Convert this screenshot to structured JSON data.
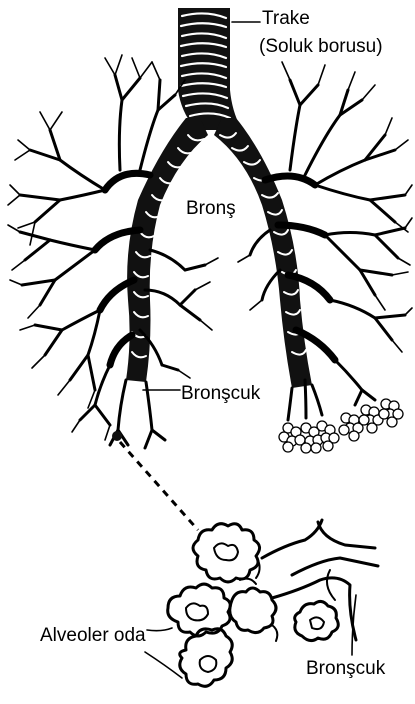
{
  "labels": {
    "trachea": "Trake",
    "trachea_sub": "(Soluk borusu)",
    "bronchus": "Bronş",
    "bronchiole_top": "Bronşcuk",
    "alveoli": "Alveoler oda",
    "bronchiole_bottom": "Bronşcuk"
  }
}
